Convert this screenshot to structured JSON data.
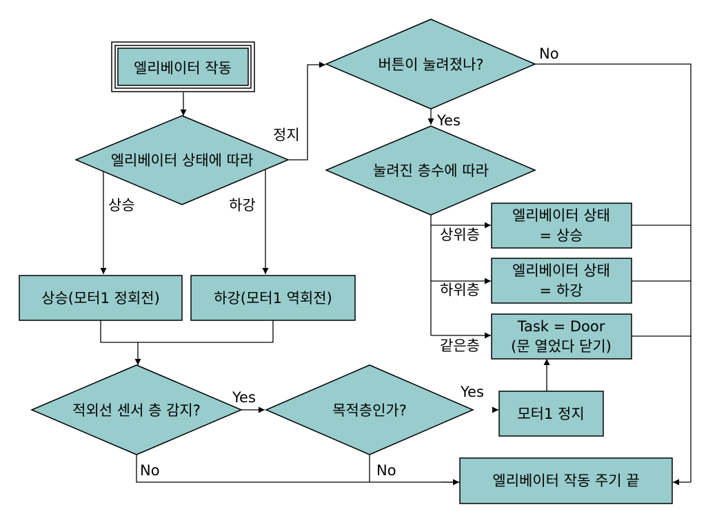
{
  "nodes": {
    "start": "엘리베이터 작동",
    "state_check": "엘리베이터 상태에 따라",
    "button_check": "버튼이 눌려졌나?",
    "floor_check": "눌려진 층수에 따라",
    "set_up_1": "엘리베이터 상태",
    "set_up_2": "= 상승",
    "set_down_1": "엘리베이터 상태",
    "set_down_2": "= 하강",
    "door_1": "Task = Door",
    "door_2": "(문 열었다 닫기)",
    "up_motor": "상승(모터1 정회전)",
    "down_motor": "하강(모터1 역회전)",
    "sensor_check": "적외선 센서 층 감지?",
    "dest_check": "목적층인가?",
    "motor_stop": "모터1 정지",
    "cycle_end": "엘리베이터 작동 주기 끝"
  },
  "labels": {
    "stop": "정지",
    "up": "상승",
    "down": "하강",
    "button_no": "No",
    "button_yes": "Yes",
    "upper_floor": "상위층",
    "lower_floor": "하위층",
    "same_floor": "같은층",
    "sensor_yes": "Yes",
    "dest_yes": "Yes",
    "sensor_no": "No",
    "dest_no": "No"
  }
}
